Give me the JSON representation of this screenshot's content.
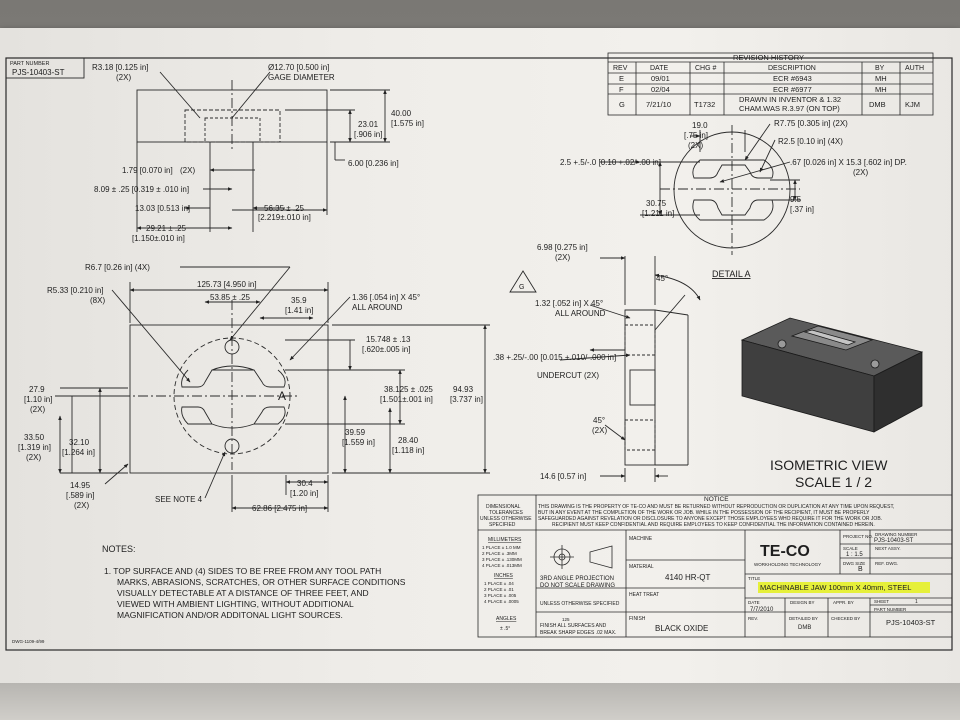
{
  "part_number_box": {
    "label": "PART NUMBER",
    "value": "PJS-10403-ST"
  },
  "top_view": {
    "r318": "R3.18 [0.125 in]",
    "r318_qty": "(2X)",
    "gage_dia": "Ø12.70 [0.500 in]",
    "gage_label": "GAGE DIAMETER",
    "d4000": "40.00",
    "d4000_in": "[1.575 in]",
    "d2301": "23.01",
    "d2301_in": "[.906 in]",
    "d600": "6.00 [0.236 in]",
    "d179": "1.79 [0.070 in]",
    "d179_qty": "(2X)",
    "d809": "8.09 ± .25 [0.319 ± .010 in]",
    "d1303": "13.03 [0.513 in]",
    "d5635": "56.35 ± .25",
    "d5635_in": "[2.219±.010 in]",
    "d2921": "29.21 ± .25",
    "d2921_in": "[1.150±.010 in]"
  },
  "front_view": {
    "r67": "R6.7 [0.26 in] (4X)",
    "r533": "R5.33 [0.210 in]",
    "r533_qty": "(8X)",
    "d12573": "125.73 [4.950 in]",
    "d5385": "53.85 ± .25",
    "d359": "35.9",
    "d359_in": "[1.41 in]",
    "chamfer": "1.36 [.054 in] X 45°",
    "chamfer_note": "ALL AROUND",
    "d15748": "15.748 ± .13",
    "d15748_in": "[.620±.005 in]",
    "d38125": "38.125 ± .025",
    "d38125_in": "[1.501±.001 in]",
    "d9493": "94.93",
    "d9493_in": "[3.737 in]",
    "d279": "27.9",
    "d279_in": "[1.10 in]",
    "d279_qty": "(2X)",
    "d3350": "33.50",
    "d3350_in": "[1.319 in]",
    "d3350_qty": "(2X)",
    "d3210": "32.10",
    "d3210_in": "[1.264 in]",
    "d3959": "39.59",
    "d3959_in": "[1.559 in]",
    "d2840": "28.40",
    "d2840_in": "[1.118 in]",
    "d1495": "14.95",
    "d1495_in": "[.589 in]",
    "d1495_qty": "(2X)",
    "see_note": "SEE NOTE 4",
    "d304": "30.4",
    "d304_in": "[1.20 in]",
    "d6286": "62.86 [2.475 in]",
    "detail_callout": "A"
  },
  "side_view": {
    "d698": "6.98 [0.275 in]",
    "d698_qty": "(2X)",
    "angle45": "45°",
    "g_label": "G",
    "d132": "1.32 [.052 in] X 45°",
    "d132_note": "ALL AROUND",
    "undercut": ".38 +.25/-.00 [0.015 +.010/-.000 in]",
    "undercut_label": "UNDERCUT (2X)",
    "angle45b": "45°",
    "angle45b_qty": "(2X)",
    "d146": "14.6 [0.57 in]"
  },
  "detail_a": {
    "title": "DETAIL A",
    "tol25": "2.5 +.5/-.0 [0.10 +.02/-.00 in]",
    "d190": "19.0",
    "d190_in": "[.75 in]",
    "d190_qty": "(2X)",
    "r775": "R7.75 [0.305 in] (2X)",
    "r25": "R2.5 [0.10 in] (4X)",
    "hole": ".67 [0.026 in] X 15.3 [.602 in] DP.",
    "hole_qty": "(2X)",
    "d3075": "30.75",
    "d3075_in": "[1.211 in]",
    "d95": "9.5",
    "d95_in": "[.37 in]"
  },
  "iso_view": {
    "title": "ISOMETRIC VIEW",
    "scale": "SCALE 1 / 2"
  },
  "revision_history": {
    "title": "REVISION HISTORY",
    "headers": [
      "REV",
      "DATE",
      "CHG #",
      "DESCRIPTION",
      "BY",
      "AUTH"
    ],
    "rows": [
      {
        "rev": "E",
        "date": "09/01",
        "chg": "",
        "desc": "ECR #6943",
        "desc2": "",
        "by": "MH",
        "auth": ""
      },
      {
        "rev": "F",
        "date": "02/04",
        "chg": "",
        "desc": "ECR #6977",
        "desc2": "",
        "by": "MH",
        "auth": ""
      },
      {
        "rev": "G",
        "date": "7/21/10",
        "chg": "T1732",
        "desc": "DRAWN IN INVENTOR & 1.32",
        "desc2": "CHAM.WAS R.3.97 (ON TOP)",
        "by": "DMB",
        "auth": "KJM"
      }
    ]
  },
  "notes": {
    "title": "NOTES:",
    "lines": [
      "1.  TOP SURFACE AND (4) SIDES TO BE FREE FROM ANY TOOL PATH",
      "MARKS, ABRASIONS, SCRATCHES, OR OTHER SURFACE CONDITIONS",
      "VISUALLY DETECTABLE AT A DISTANCE OF THREE FEET, AND",
      "VIEWED WITH AMBIENT LIGHTING, WITHOUT ADDITIONAL",
      "MAGNIFICATION AND/OR ADDITONAL LIGHT SOURCES."
    ]
  },
  "title_block": {
    "notice_title": "NOTICE",
    "notice_lines": [
      "THIS DRAWING IS THE PROPERTY OF TE-CO AND MUST BE RETURNED WITHOUT REPRODUCTION OR DUPLICATION AT ANY TIME UPON REQUEST,",
      "BUT IN ANY EVENT AT THE COMPLETION OF THE WORK OR JOB. WHILE IN THE POSSESSION OF THE RECIPIENT, IT MUST BE PROPERLY",
      "SAFEGUARDED AGAINST REVELATION OR DISCLOSURE TO ANYONE EXCEPT THOSE EMPLOYEES WHO REQUIRE IT FOR THE WORK OR JOB.",
      "RECIPIENT MUST KEEP CONFIDENTIAL AND REQUIRE EMPLOYEES TO KEEP CONFIDENTIAL THE INFORMATION CONTAINED HEREIN."
    ],
    "tol_head": [
      "DIMENSIONAL",
      "TOLERANCES",
      "UNLESS OTHERWISE",
      "SPECIFIED"
    ],
    "mm_head": "MILLIMETERS",
    "mm": [
      "1 PLACE ± 1.0 MM",
      "2 PLACE ± .3MM",
      "3 PLACE ± .130MM",
      "4 PLACE ± .013MM"
    ],
    "in_head": "INCHES",
    "in": [
      "1 PLACE ± .04",
      "2 PLACE ± .01",
      "3 PLACE ± .005",
      "4 PLACE ± .0005"
    ],
    "angles_head": "ANGLES",
    "angles": "± .5°",
    "projection": "3RD ANGLE PROJECTION",
    "no_scale": "DO NOT SCALE DRAWING",
    "unless": "UNLESS OTHERWISE SPECIFIED",
    "finish_note": "FINISH  ALL SURFACES AND",
    "finish_note2": "BREAK SHARP EDGES .02 MAX.",
    "finish_sym": "125",
    "machine_lbl": "MACHINE",
    "material_lbl": "MATERIAL",
    "material": "4140 HR-QT",
    "heat_lbl": "HEAT TREAT",
    "finish_lbl": "FINISH",
    "finish": "BLACK OXIDE",
    "logo": "TE-CO",
    "logo_sub": "WORKHOLDING TECHNOLOGY",
    "project_lbl": "PROJECT NO.",
    "drawing_lbl": "DRAWING NUMBER",
    "drawing": "PJS-10403-ST",
    "scale_lbl": "SCALE",
    "scale": "1 : 1.5",
    "dwg_size_lbl": "DWG SIZE",
    "dwg_size": "B",
    "next_lbl": "NEXT ASSY.",
    "ref_lbl": "REF. DWG.",
    "title_lbl": "TITLE",
    "title": "MACHINABLE JAW 100mm X 40mm, STEEL",
    "date_lbl": "DATE",
    "date": "7/7/2010",
    "design_lbl": "DESIGN BY",
    "appr_lbl": "APPR. BY",
    "sheet_lbl": "SHEET",
    "sheet": "1",
    "rev_lbl": "REV.",
    "detailed_lbl": "DETAILED BY",
    "detailed": "DMB",
    "checked_lbl": "CHECKED BY",
    "part_lbl": "PART NUMBER",
    "part": "PJS-10403-ST"
  },
  "corner_code": "DWG-1109-4/99"
}
